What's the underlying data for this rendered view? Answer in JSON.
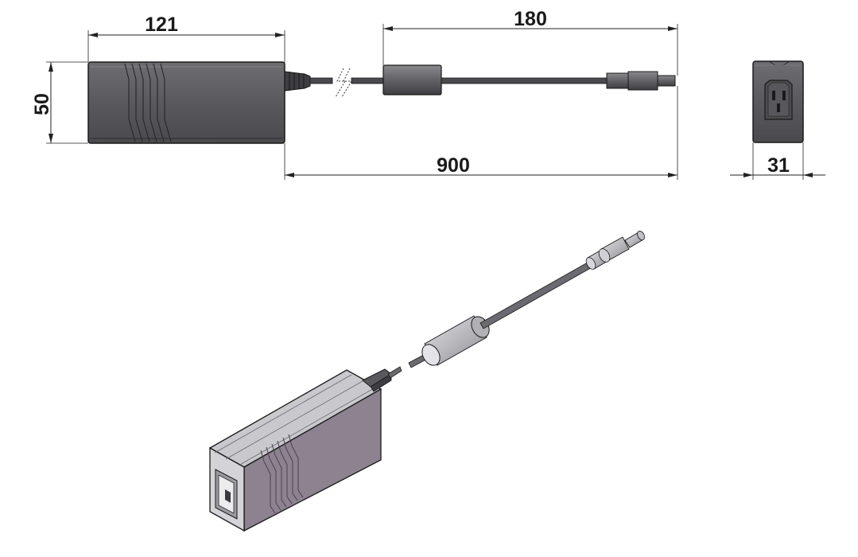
{
  "drawing": {
    "dimensions": {
      "length": "121",
      "height": "50",
      "ferrite_to_end": "180",
      "cable_length": "900",
      "width": "31"
    },
    "colors": {
      "body_fill": "#5a5a5e",
      "body_dark": "#3f3f43",
      "iso_top": "#c4c4c9",
      "iso_side": "#8a7f8c",
      "iso_front": "#d2d2d6",
      "cable": "#4a4a4e",
      "ferrite": "#6a6a6e"
    },
    "views": [
      "top-view",
      "end-view",
      "isometric-view"
    ]
  }
}
